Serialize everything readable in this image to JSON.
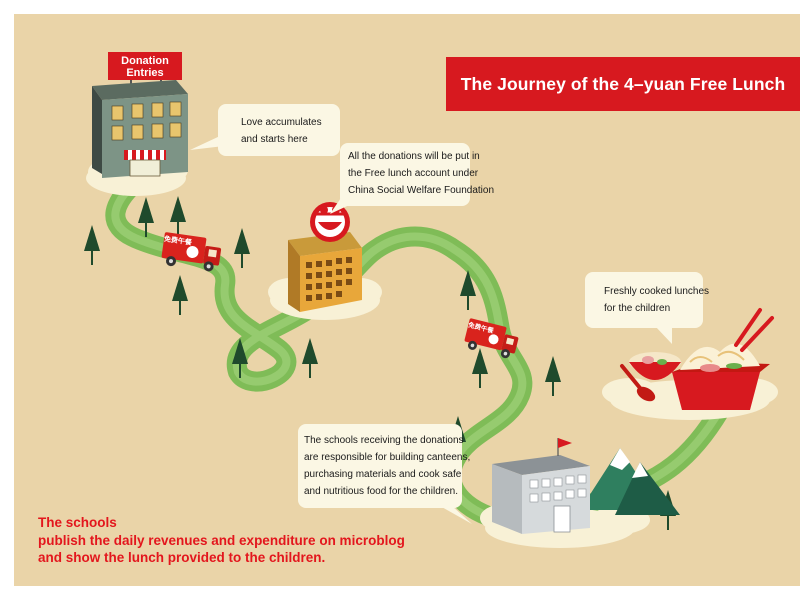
{
  "title": "The Journey of the 4–yuan  Free Lunch",
  "sign": {
    "line1": "Donation",
    "line2": "Entries"
  },
  "truck_label": "免费午餐",
  "bubbles": {
    "start": [
      "Love accumulates",
      "and starts here"
    ],
    "foundation": [
      "All the donations will be put in",
      "the Free lunch account under",
      "China Social Welfare Foundation"
    ],
    "lunch": [
      "Freshly cooked lunches",
      "for the children"
    ],
    "schools": [
      "The schools receiving the donations",
      "are responsible for building canteens,",
      "purchasing materials and cook safe",
      "and nutritious food for the children."
    ]
  },
  "bottom_note": [
    "The schools",
    "publish the daily revenues and expenditure on microblog",
    "and show the lunch provided to the children."
  ],
  "colors": {
    "background": "#e9d2a6",
    "road": "#86c35c",
    "road_edge": "#a6d77f",
    "title_banner": "#d7191f",
    "bubble": "#fbf7e4",
    "tree": "#1f4a2c",
    "note_text": "#e3161d",
    "truck": "#d9231d"
  },
  "icons": [
    "donation-building-icon",
    "foundation-building-icon",
    "school-building-icon",
    "truck-icon",
    "noodle-bowl-icon",
    "tree-icon",
    "mountain-icon",
    "flag-icon",
    "spoon-icon",
    "chopsticks-icon"
  ]
}
